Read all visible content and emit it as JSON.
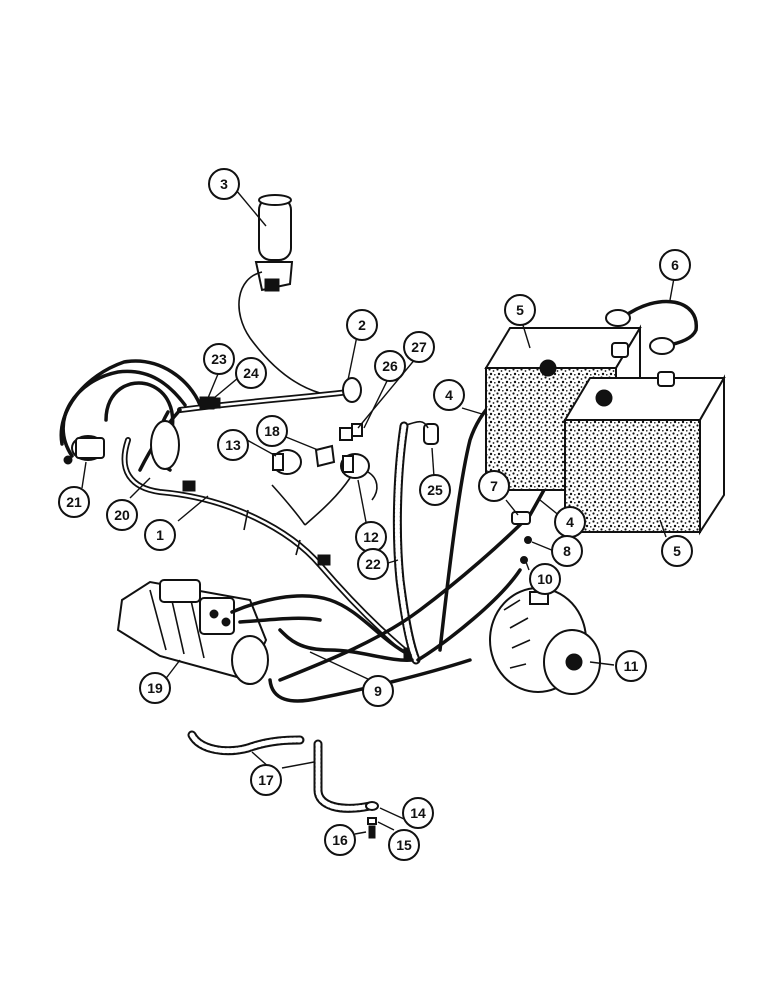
{
  "callouts": [
    {
      "id": "c1",
      "label": "1"
    },
    {
      "id": "c2",
      "label": "2"
    },
    {
      "id": "c3",
      "label": "3"
    },
    {
      "id": "c4a",
      "label": "4"
    },
    {
      "id": "c4b",
      "label": "4"
    },
    {
      "id": "c5a",
      "label": "5"
    },
    {
      "id": "c5b",
      "label": "5"
    },
    {
      "id": "c6",
      "label": "6"
    },
    {
      "id": "c7",
      "label": "7"
    },
    {
      "id": "c8",
      "label": "8"
    },
    {
      "id": "c9",
      "label": "9"
    },
    {
      "id": "c10",
      "label": "10"
    },
    {
      "id": "c11",
      "label": "11"
    },
    {
      "id": "c12",
      "label": "12"
    },
    {
      "id": "c13",
      "label": "13"
    },
    {
      "id": "c14",
      "label": "14"
    },
    {
      "id": "c15",
      "label": "15"
    },
    {
      "id": "c16",
      "label": "16"
    },
    {
      "id": "c17",
      "label": "17"
    },
    {
      "id": "c18",
      "label": "18"
    },
    {
      "id": "c19",
      "label": "19"
    },
    {
      "id": "c20",
      "label": "20"
    },
    {
      "id": "c21",
      "label": "21"
    },
    {
      "id": "c22",
      "label": "22"
    },
    {
      "id": "c23",
      "label": "23"
    },
    {
      "id": "c24",
      "label": "24"
    },
    {
      "id": "c25",
      "label": "25"
    },
    {
      "id": "c26",
      "label": "26"
    },
    {
      "id": "c27",
      "label": "27"
    }
  ]
}
